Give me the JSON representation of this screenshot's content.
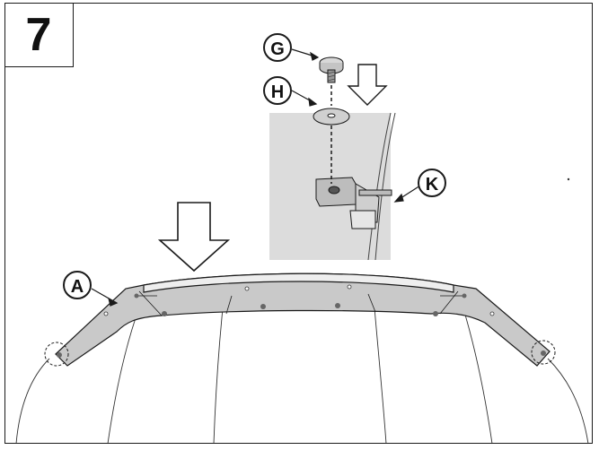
{
  "step": {
    "number": "7"
  },
  "callouts": {
    "a": "A",
    "g": "G",
    "h": "H",
    "k": "K"
  },
  "colors": {
    "line": "#1a1a1a",
    "part_fill": "#c9c9c9",
    "detail_panel": "#dcdcdc"
  },
  "icons": [
    "down-arrow-icon",
    "screw-icon",
    "washer-icon",
    "bracket-icon"
  ]
}
